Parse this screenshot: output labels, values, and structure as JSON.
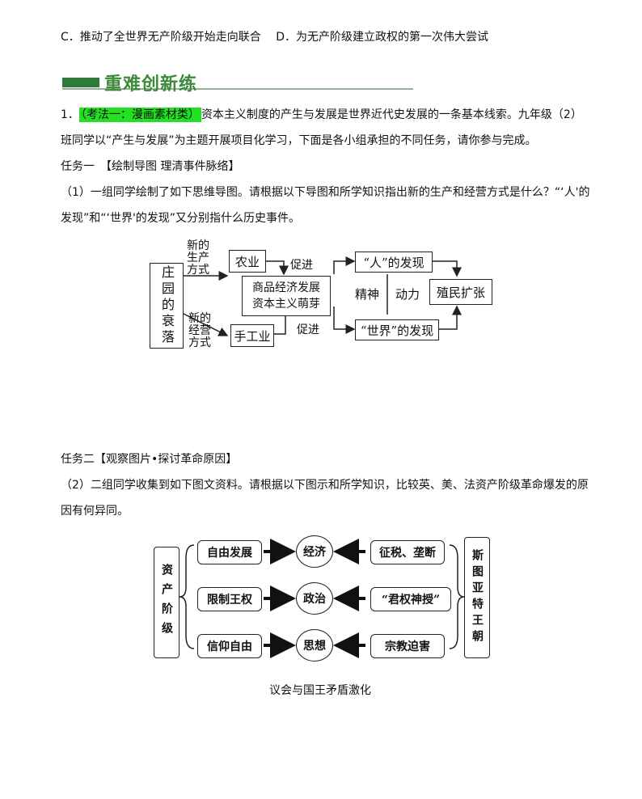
{
  "lines": {
    "option_line": "C．推动了全世界无产阶级开始走向联合　 D．为无产阶级建立政权的第一次伟大尝试",
    "q1_num": "1．",
    "q1_tag": "（考法一：漫画素材类）",
    "q1_text": "资本主义制度的产生与发展是世界近代史发展的一条基本线索。九年级（2）",
    "q1_line2": "班同学以“产生与发展”为主题开展项目化学习，下面是各小组承担的不同任务，请你参与完成。",
    "task1": "任务一　【绘制导图 理清事件脉络】",
    "q1_sub1_a": "（1）一组同学绘制了如下思维导图。请根据以下导图和所学知识指出新的生产和经营方式是什么？“‘人'的",
    "q1_sub1_b": "发现”和“‘世界'的发现”又分别指什么历史事件。",
    "task2": "任务二【观察图片•探讨革命原因】",
    "q1_sub2_a": "（2）二组同学收集到如下图文资料。请根据以下图示和所学知识，比较英、美、法资产阶级革命爆发的原",
    "q1_sub2_b": "因有何异同。",
    "caption": "议会与国王矛盾激化"
  },
  "banner": {
    "title": "重难创新练",
    "accent_color": "#3c8a3c"
  },
  "diagram1": {
    "left_box": "庄园的衰落",
    "label_top": "新的生产方式",
    "label_bottom": "新的经营方式",
    "agri": "农业",
    "handicraft": "手工业",
    "promote_top": "促进",
    "promote_bottom": "促进",
    "center_line1": "商品经济发展",
    "center_line2": "资本主义萌芽",
    "human": "“人”的发现",
    "world": "“世界”的发现",
    "spirit": "精神",
    "power": "动力",
    "colonial": "殖民扩张"
  },
  "diagram2": {
    "left": "资产阶级",
    "right": "斯图亚特王朝",
    "rows": [
      {
        "left_box": "自由发展",
        "circle": "经济",
        "right_box": "征税、垄断"
      },
      {
        "left_box": "限制王权",
        "circle": "政治",
        "right_box": "“君权神授”"
      },
      {
        "left_box": "信仰自由",
        "circle": "思想",
        "right_box": "宗教迫害"
      }
    ]
  }
}
